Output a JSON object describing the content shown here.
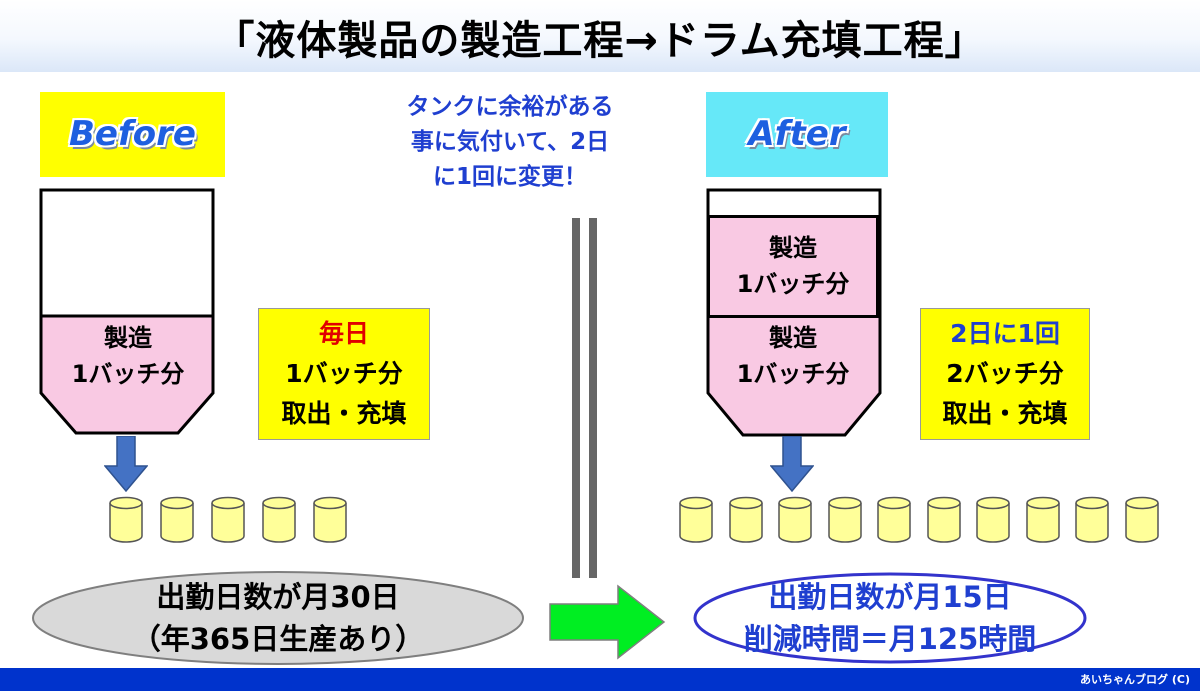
{
  "title": "「液体製品の製造工程→ドラム充填工程」",
  "before": {
    "label": "Before",
    "tank_text": [
      "製造",
      "1バッチ分"
    ],
    "box_lines": [
      "毎日",
      "1バッチ分",
      "取出・充填"
    ],
    "drum_count": 5,
    "ellipse_lines": [
      "出勤日数が月30日",
      "（年365日生産あり）"
    ]
  },
  "middle": {
    "note_lines": [
      "タンクに余裕がある",
      "事に気付いて、2日",
      "に1回に変更！"
    ]
  },
  "after": {
    "label": "After",
    "tank_upper_text": [
      "製造",
      "1バッチ分"
    ],
    "tank_lower_text": [
      "製造",
      "1バッチ分"
    ],
    "box_lines": [
      "2日に1回",
      "2バッチ分",
      "取出・充填"
    ],
    "drum_count": 10,
    "ellipse_lines": [
      "出勤日数が月15日",
      "削減時間＝月125時間"
    ]
  },
  "footer": "あいちゃんブログ (C)",
  "colors": {
    "pink_fill": "#f9c9e3",
    "yellow_box": "#ffff00",
    "cyan_label": "#66e8f8",
    "blue_text": "#1f3fd0",
    "red_text": "#e00000",
    "green_arrow": "#00ee22",
    "blue_arrow": "#4472c4",
    "drum_fill": "#ffff99",
    "footer_bar": "#0033cc"
  }
}
